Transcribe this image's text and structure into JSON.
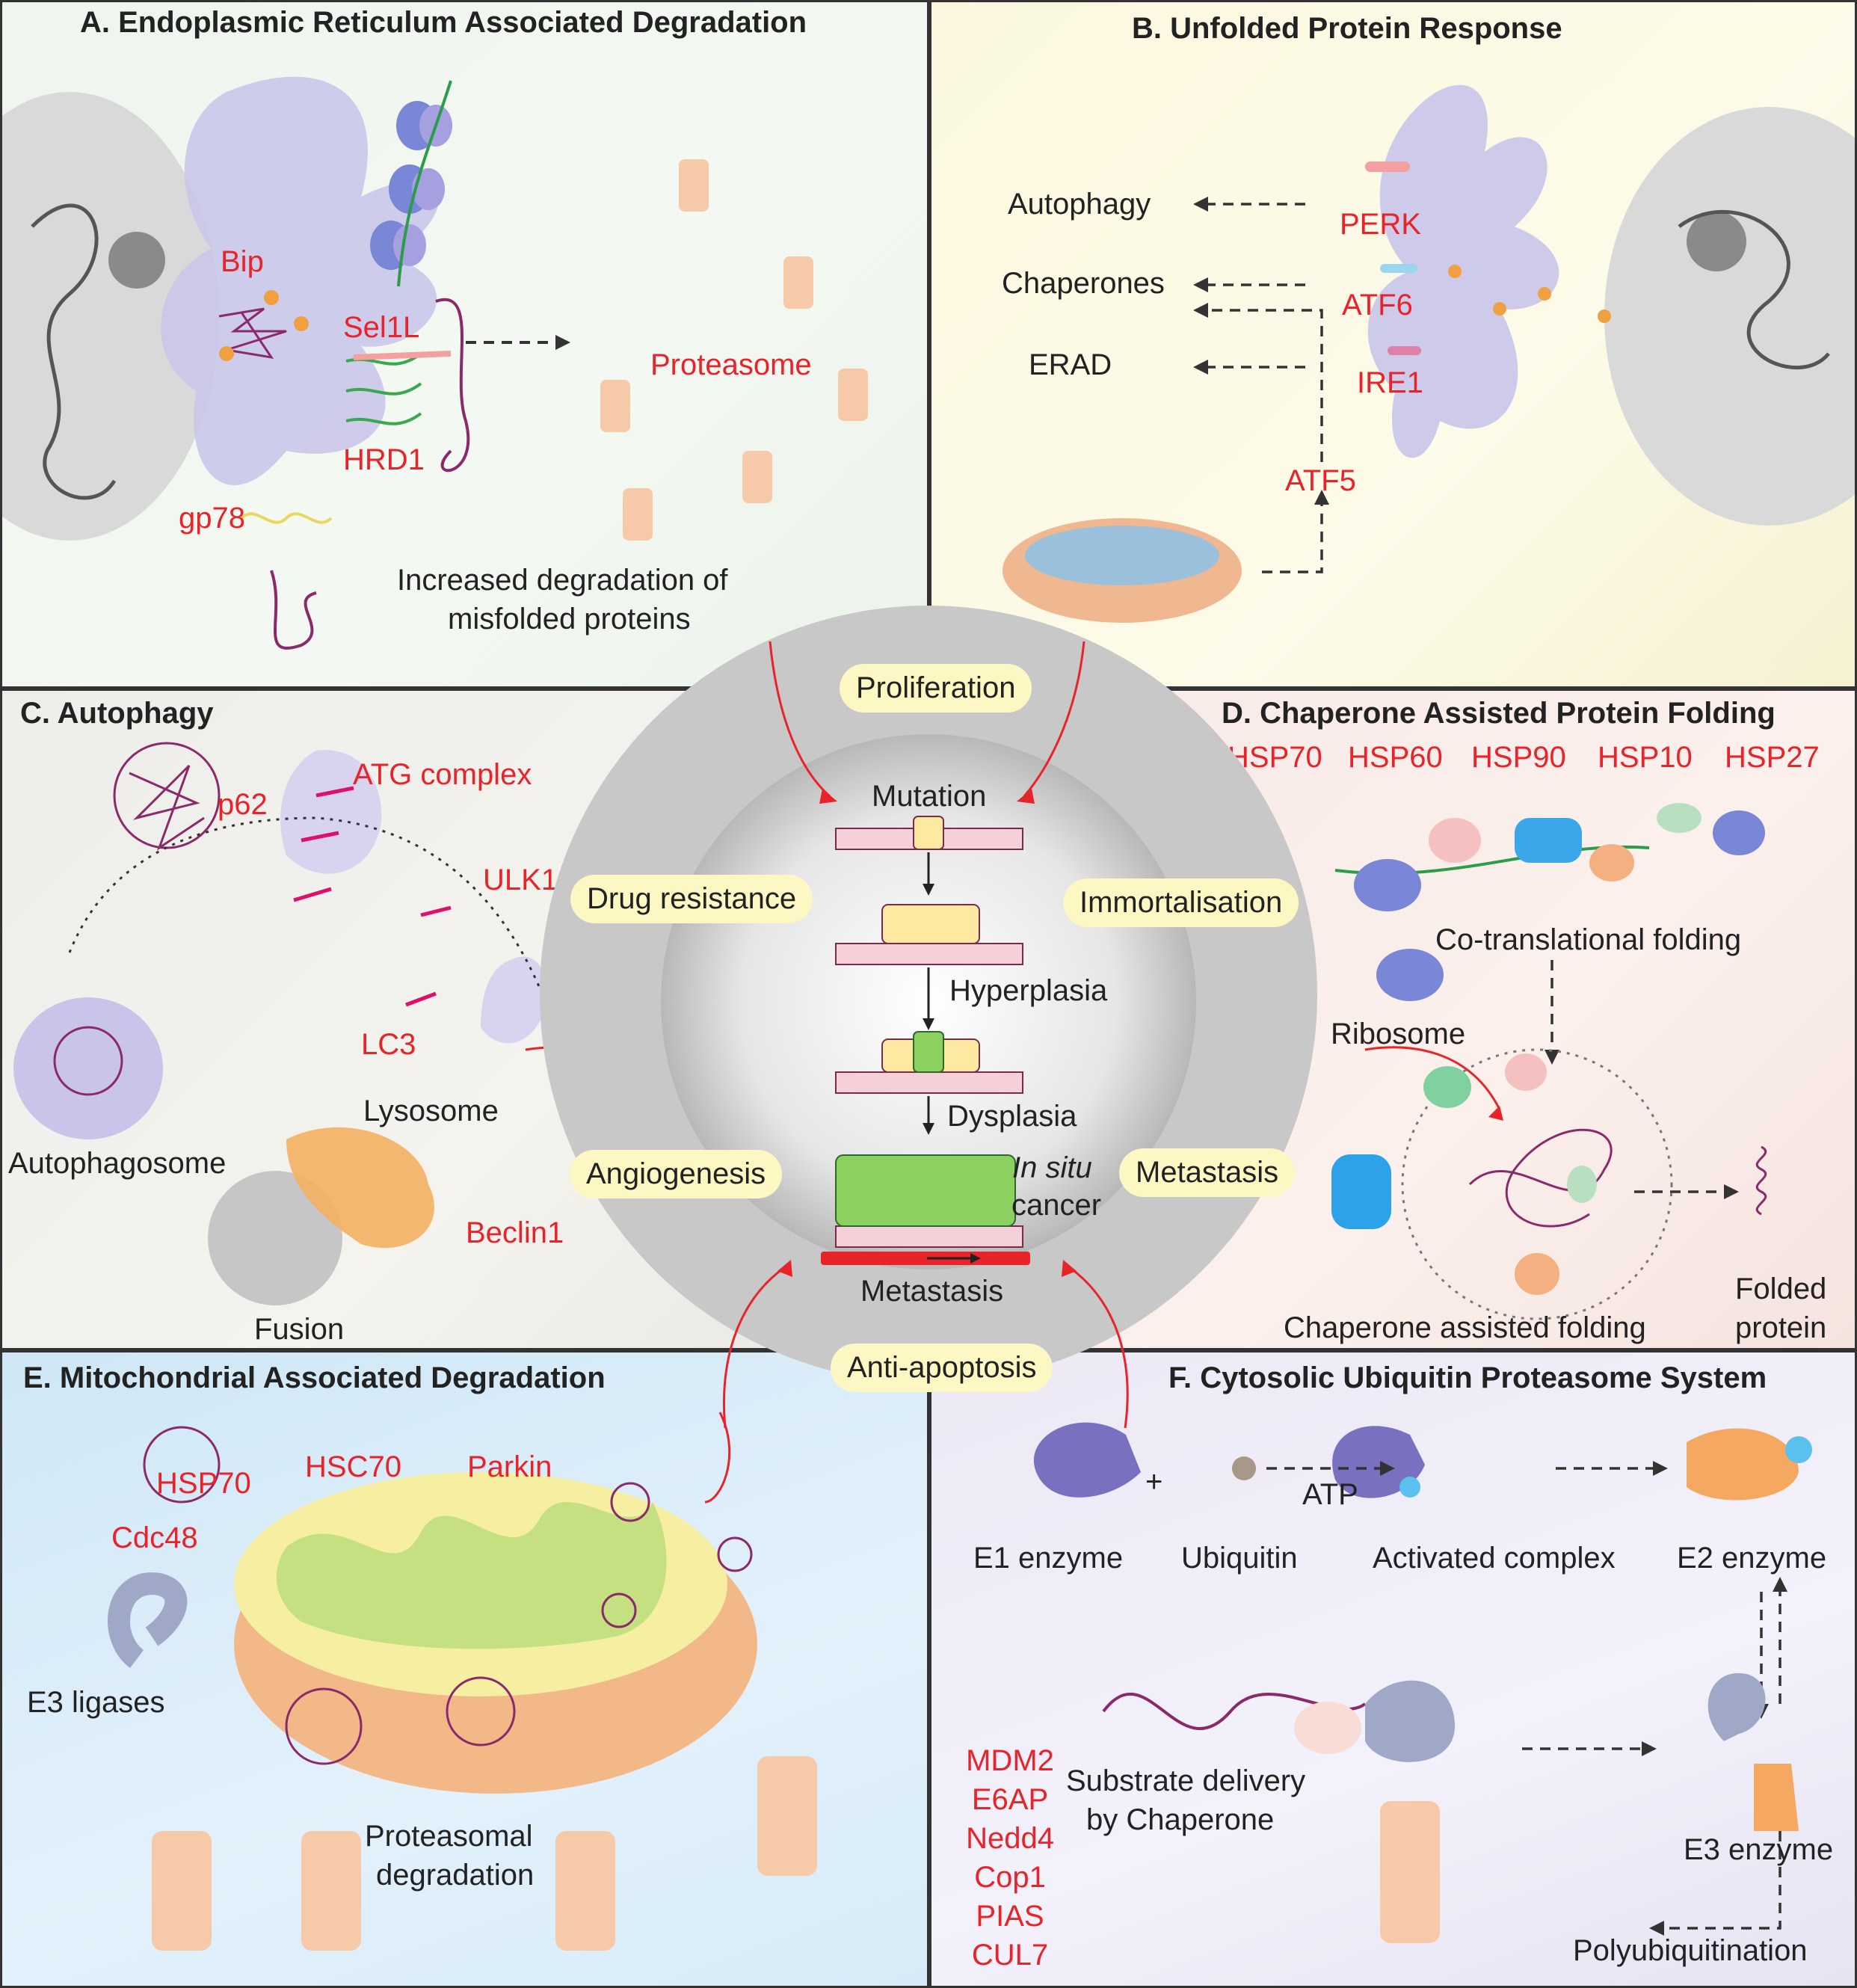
{
  "panels": {
    "a": {
      "title": "A. Endoplasmic Reticulum Associated Degradation",
      "bip": "Bip",
      "sel1l": "Sel1L",
      "hrd1": "HRD1",
      "gp78": "gp78",
      "proteasome": "Proteasome",
      "caption_line1": "Increased degradation of",
      "caption_line2": "misfolded proteins"
    },
    "b": {
      "title": "B. Unfolded Protein Response",
      "autophagy": "Autophagy",
      "chaperones": "Chaperones",
      "erad": "ERAD",
      "perk": "PERK",
      "atf6": "ATF6",
      "ire1": "IRE1",
      "atf5": "ATF5"
    },
    "c": {
      "title": "C. Autophagy",
      "p62": "p62",
      "atg_complex": "ATG complex",
      "ulk1": "ULK1",
      "lc3": "LC3",
      "lysosome": "Lysosome",
      "autophagosome": "Autophagosome",
      "beclin1": "Beclin1",
      "fusion": "Fusion"
    },
    "d": {
      "title": "D. Chaperone Assisted Protein Folding",
      "hsps": [
        "HSP70",
        "HSP60",
        "HSP90",
        "HSP10",
        "HSP27"
      ],
      "cotranslational": "Co-translational folding",
      "ribosome": "Ribosome",
      "chaperone_assisted": "Chaperone assisted folding",
      "folded_line1": "Folded",
      "folded_line2": "protein"
    },
    "e": {
      "title": "E. Mitochondrial Associated Degradation",
      "hsp70": "HSP70",
      "hsc70": "HSC70",
      "parkin": "Parkin",
      "cdc48": "Cdc48",
      "e3_ligases": "E3 ligases",
      "proteasomal_line1": "Proteasomal",
      "proteasomal_line2": "degradation"
    },
    "f": {
      "title": "F. Cytosolic Ubiquitin Proteasome System",
      "plus": "+",
      "atp": "ATP",
      "e1": "E1 enzyme",
      "ubiquitin": "Ubiquitin",
      "activated": "Activated complex",
      "e2": "E2 enzyme",
      "substrate_line1": "Substrate delivery",
      "substrate_line2": "by Chaperone",
      "e3_enzyme": "E3 enzyme",
      "polyubiquitination": "Polyubiquitination",
      "ligases": [
        "MDM2",
        "E6AP",
        "Nedd4",
        "Cop1",
        "PIAS",
        "CUL7"
      ]
    }
  },
  "center": {
    "hallmarks": {
      "proliferation": "Proliferation",
      "drug_resistance": "Drug resistance",
      "immortalisation": "Immortalisation",
      "angiogenesis": "Angiogenesis",
      "metastasis": "Metastasis",
      "anti_apoptosis": "Anti-apoptosis"
    },
    "stages": {
      "mutation": "Mutation",
      "hyperplasia": "Hyperplasia",
      "dysplasia": "Dysplasia",
      "in_situ": "In situ",
      "cancer": "cancer",
      "metastasis": "Metastasis"
    }
  },
  "colors": {
    "label_red": "#e8232a",
    "er_purple": "#c4c1e6",
    "hallmark_pill": "#fdf7c4",
    "arrow_red": "#e8232a"
  }
}
